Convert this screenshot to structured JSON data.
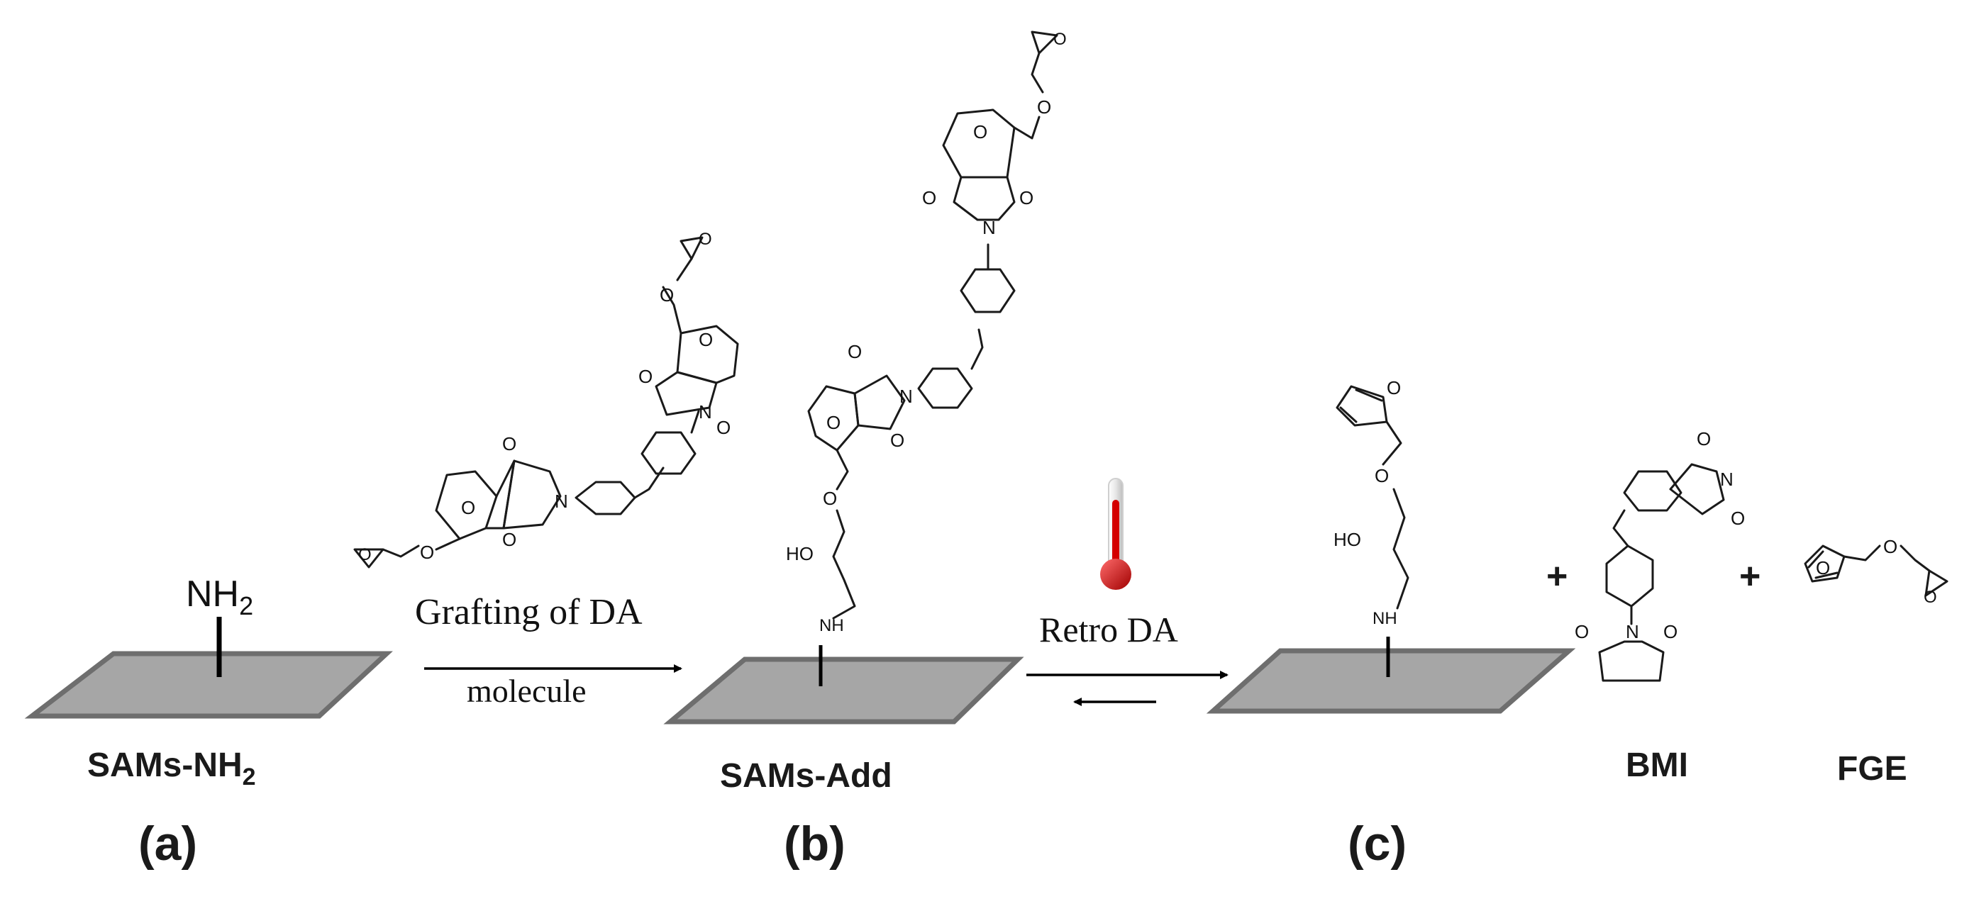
{
  "surfaces": {
    "a": {
      "top_group": "NH2",
      "name_main": "SAMs-NH",
      "name_sub": "2",
      "panel": "(a)"
    },
    "b": {
      "name": "SAMs-Add",
      "panel": "(b)"
    },
    "c": {
      "panel": "(c)"
    }
  },
  "arrows": {
    "grafting_line1": "Grafting of DA",
    "grafting_line2": "molecule",
    "retro": "Retro DA"
  },
  "products": {
    "plus": "+",
    "bmi": "BMI",
    "fge": "FGE"
  },
  "atoms": {
    "nh2_main": "NH",
    "nh2_sub": "2",
    "nh": "NH",
    "ho": "HO",
    "o": "O",
    "n": "N"
  },
  "colors": {
    "surface_fill": "#a6a6a6",
    "surface_edge": "#6e6e6e",
    "thermometer_red": "#d40000"
  },
  "icons": [
    "thermometer-icon"
  ]
}
